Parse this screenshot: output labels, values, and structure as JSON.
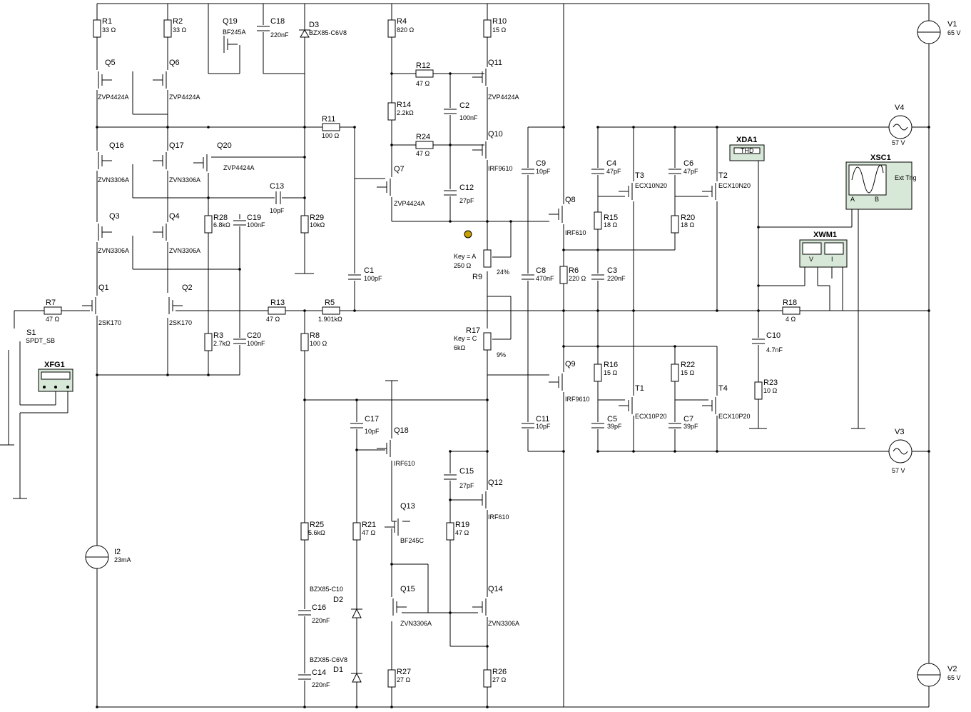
{
  "components": {
    "R1": {
      "ref": "R1",
      "value": "33 Ω"
    },
    "R2": {
      "ref": "R2",
      "value": "33 Ω"
    },
    "R3": {
      "ref": "R3",
      "value": "2.7kΩ"
    },
    "R4": {
      "ref": "R4",
      "value": "820 Ω"
    },
    "R5": {
      "ref": "R5",
      "value": "1.901kΩ"
    },
    "R6": {
      "ref": "R6",
      "value": "220 Ω"
    },
    "R7": {
      "ref": "R7",
      "value": "47 Ω"
    },
    "R8": {
      "ref": "R8",
      "value": "100 Ω"
    },
    "R9": {
      "ref": "R9",
      "value": "250 Ω",
      "key": "Key = A",
      "pct": "24%"
    },
    "R10": {
      "ref": "R10",
      "value": "15 Ω"
    },
    "R11": {
      "ref": "R11",
      "value": "100 Ω"
    },
    "R12": {
      "ref": "R12",
      "value": "47 Ω"
    },
    "R13": {
      "ref": "R13",
      "value": "47 Ω"
    },
    "R14": {
      "ref": "R14",
      "value": "2.2kΩ"
    },
    "R15": {
      "ref": "R15",
      "value": "18 Ω"
    },
    "R16": {
      "ref": "R16",
      "value": "15 Ω"
    },
    "R17": {
      "ref": "R17",
      "value": "6kΩ",
      "key": "Key = C",
      "pct": "9%"
    },
    "R18": {
      "ref": "R18",
      "value": "4 Ω"
    },
    "R19": {
      "ref": "R19",
      "value": "47 Ω"
    },
    "R20": {
      "ref": "R20",
      "value": "18 Ω"
    },
    "R21": {
      "ref": "R21",
      "value": "47 Ω"
    },
    "R22": {
      "ref": "R22",
      "value": "15 Ω"
    },
    "R23": {
      "ref": "R23",
      "value": "10 Ω"
    },
    "R24": {
      "ref": "R24",
      "value": "47 Ω"
    },
    "R25": {
      "ref": "R25",
      "value": "5.6kΩ"
    },
    "R26": {
      "ref": "R26",
      "value": "27 Ω"
    },
    "R27": {
      "ref": "R27",
      "value": "27 Ω"
    },
    "R28": {
      "ref": "R28",
      "value": "6.8kΩ"
    },
    "R29": {
      "ref": "R29",
      "value": "10kΩ"
    },
    "C1": {
      "ref": "C1",
      "value": "100pF"
    },
    "C2": {
      "ref": "C2",
      "value": "100nF"
    },
    "C3": {
      "ref": "C3",
      "value": "220nF"
    },
    "C4": {
      "ref": "C4",
      "value": "47pF"
    },
    "C5": {
      "ref": "C5",
      "value": "39pF"
    },
    "C6": {
      "ref": "C6",
      "value": "47pF"
    },
    "C7": {
      "ref": "C7",
      "value": "39pF"
    },
    "C8": {
      "ref": "C8",
      "value": "470nF"
    },
    "C9": {
      "ref": "C9",
      "value": "10pF"
    },
    "C10": {
      "ref": "C10",
      "value": "4.7nF"
    },
    "C11": {
      "ref": "C11",
      "value": "10pF"
    },
    "C12": {
      "ref": "C12",
      "value": "27pF"
    },
    "C13": {
      "ref": "C13",
      "value": "10pF"
    },
    "C14": {
      "ref": "C14",
      "value": "220nF"
    },
    "C15": {
      "ref": "C15",
      "value": "27pF"
    },
    "C16": {
      "ref": "C16",
      "value": "220nF"
    },
    "C17": {
      "ref": "C17",
      "value": "10pF"
    },
    "C18": {
      "ref": "C18",
      "value": "220nF"
    },
    "C19": {
      "ref": "C19",
      "value": "100nF"
    },
    "C20": {
      "ref": "C20",
      "value": "100nF"
    },
    "Q1": {
      "ref": "Q1",
      "value": "2SK170"
    },
    "Q2": {
      "ref": "Q2",
      "value": "2SK170"
    },
    "Q3": {
      "ref": "Q3",
      "value": "ZVN3306A"
    },
    "Q4": {
      "ref": "Q4",
      "value": "ZVN3306A"
    },
    "Q5": {
      "ref": "Q5",
      "value": "ZVP4424A"
    },
    "Q6": {
      "ref": "Q6",
      "value": "ZVP4424A"
    },
    "Q7": {
      "ref": "Q7",
      "value": "ZVP4424A"
    },
    "Q8": {
      "ref": "Q8",
      "value": "IRF610"
    },
    "Q9": {
      "ref": "Q9",
      "value": "IRF9610"
    },
    "Q10": {
      "ref": "Q10",
      "value": "IRF9610"
    },
    "Q11": {
      "ref": "Q11",
      "value": "ZVP4424A"
    },
    "Q12": {
      "ref": "Q12",
      "value": "IRF610"
    },
    "Q13": {
      "ref": "Q13",
      "value": "BF245C"
    },
    "Q14": {
      "ref": "Q14",
      "value": "ZVN3306A"
    },
    "Q15": {
      "ref": "Q15",
      "value": "ZVN3306A"
    },
    "Q16": {
      "ref": "Q16",
      "value": "ZVN3306A"
    },
    "Q17": {
      "ref": "Q17",
      "value": "ZVN3306A"
    },
    "Q18": {
      "ref": "Q18",
      "value": "IRF610"
    },
    "Q19": {
      "ref": "Q19",
      "value": "BF245A"
    },
    "Q20": {
      "ref": "Q20",
      "value": "ZVP4424A"
    },
    "T1": {
      "ref": "T1",
      "value": "ECX10P20"
    },
    "T2": {
      "ref": "T2",
      "value": "ECX10N20"
    },
    "T3": {
      "ref": "T3",
      "value": "ECX10N20"
    },
    "T4": {
      "ref": "T4",
      "value": "ECX10P20"
    },
    "D1": {
      "ref": "D1",
      "value": "BZX85-C6V8"
    },
    "D2": {
      "ref": "D2",
      "value": "BZX85-C10"
    },
    "D3": {
      "ref": "D3",
      "value": "BZX85-C6V8"
    },
    "V1": {
      "ref": "V1",
      "value": "65 V"
    },
    "V2": {
      "ref": "V2",
      "value": "65 V"
    },
    "V3": {
      "ref": "V3",
      "value": "57 V"
    },
    "V4": {
      "ref": "V4",
      "value": "57 V"
    },
    "I2": {
      "ref": "I2",
      "value": "23mA"
    },
    "S1": {
      "ref": "S1",
      "value": "SPDT_SB"
    }
  },
  "instruments": {
    "XFG1": {
      "ref": "XFG1"
    },
    "XDA1": {
      "ref": "XDA1",
      "label": "THD"
    },
    "XSC1": {
      "ref": "XSC1",
      "trig": "Ext Trig",
      "ch_a": "A",
      "ch_b": "B"
    },
    "XWM1": {
      "ref": "XWM1",
      "v_label": "V",
      "i_label": "I"
    }
  },
  "colors": {
    "wire": "#000000",
    "instrument_fill": "#d8e8d8",
    "background": "#ffffff"
  }
}
